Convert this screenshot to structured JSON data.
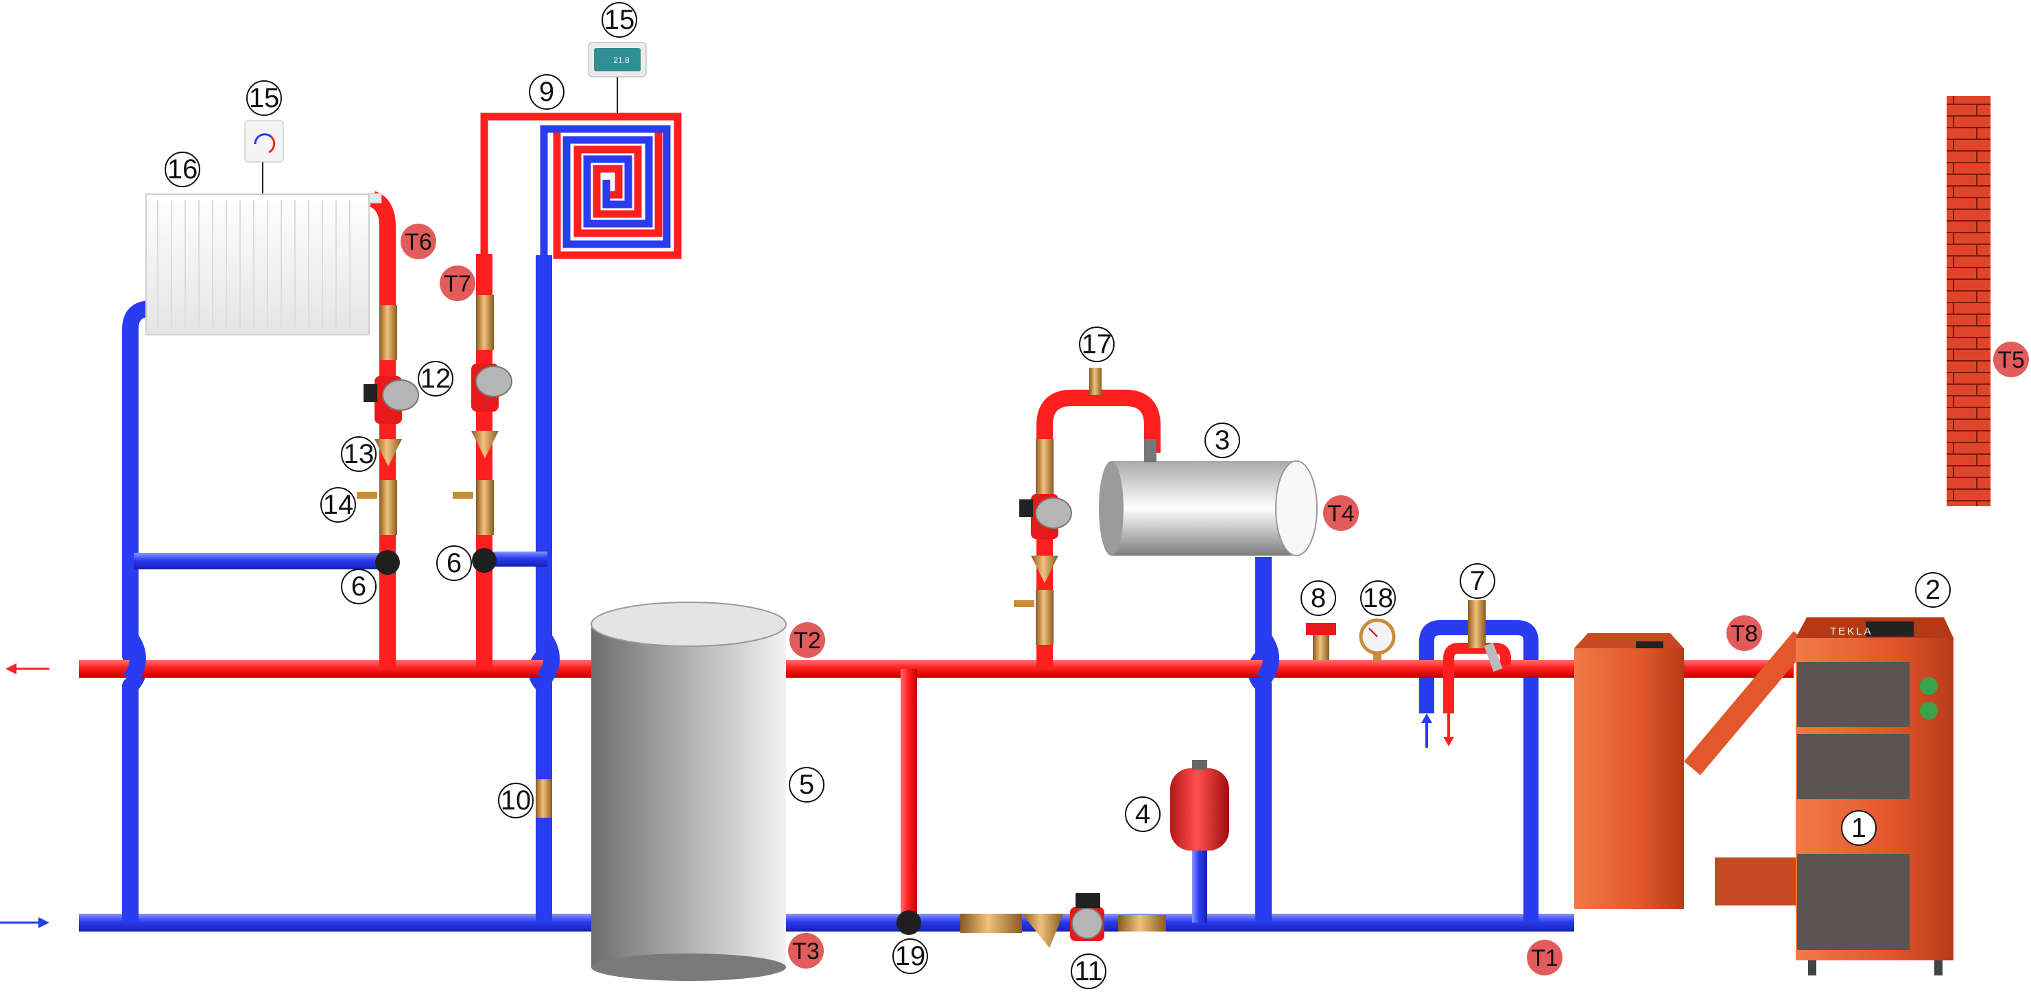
{
  "colors": {
    "hot_pipe": "#ff1f1f",
    "cold_pipe": "#2a3cf0",
    "sensor_badge": "#e25c5c",
    "boiler": "#e2572b",
    "brick": "#e0442a",
    "brass": "#c98b3d"
  },
  "callouts": {
    "boiler": "1",
    "boiler_controller": "2",
    "dhw_cylinder": "3",
    "expansion_vessel": "4",
    "buffer_tank": "5",
    "mixing_valve_left": "6",
    "mixing_valve_right": "6",
    "safety_group": "7",
    "safety_valve": "8",
    "underfloor_loop": "9",
    "check_valve": "10",
    "boiler_pump": "11",
    "circuit_pump": "12",
    "strainer": "13",
    "ball_valve": "14",
    "room_thermostat_radiator": "15",
    "room_thermostat_floor": "15",
    "radiator": "16",
    "air_vent": "17",
    "pressure_gauge": "18",
    "bypass_valve": "19"
  },
  "sensors": {
    "t1": "T1",
    "t2": "T2",
    "t3": "T3",
    "t4": "T4",
    "t5": "T5",
    "t6": "T6",
    "t7": "T7",
    "t8": "T8"
  },
  "devices": {
    "boiler_brand": "TEKLA",
    "floor_thermostat_display": "21.8"
  },
  "icons": {
    "flow_out": "arrow-left-icon",
    "return_in": "arrow-right-icon",
    "up_flow": "arrow-up-icon",
    "down_flow": "arrow-down-icon"
  }
}
